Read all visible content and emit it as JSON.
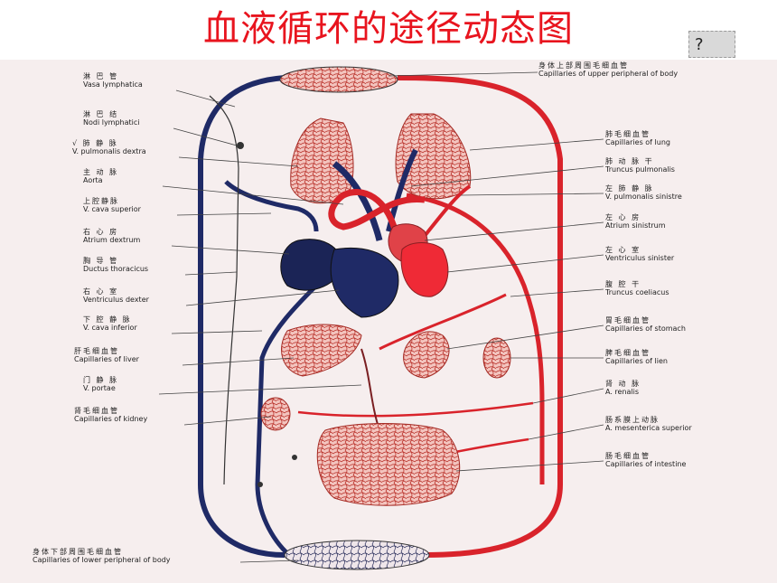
{
  "title": "血液循环的途径动态图",
  "corner_button": "?",
  "colors": {
    "artery": "#d9232b",
    "vein": "#1f2a66",
    "capillary_fill": "#f3c4be",
    "background": "#f6eeee",
    "title": "#e8141e"
  },
  "labels": {
    "left": [
      {
        "cn": "淋 巴 管",
        "la": "Vasa lymphatica"
      },
      {
        "cn": "淋 巴 结",
        "la": "Nodi lymphatici"
      },
      {
        "cn": "√ 肺 静 脉",
        "la": "V. pulmonalis dextra"
      },
      {
        "cn": "主 动 脉",
        "la": "Aorta"
      },
      {
        "cn": "上腔静脉",
        "la": "V. cava superior"
      },
      {
        "cn": "右 心 房",
        "la": "Atrium dextrum"
      },
      {
        "cn": "胸 导 管",
        "la": "Ductus thoracicus"
      },
      {
        "cn": "右 心 室",
        "la": "Ventriculus dexter"
      },
      {
        "cn": "下 腔 静 脉",
        "la": "V. cava inferior"
      },
      {
        "cn": "肝毛细血管",
        "la": "Capillaries of liver"
      },
      {
        "cn": "门 静 脉",
        "la": "V. portae"
      },
      {
        "cn": "肾毛细血管",
        "la": "Capillaries of kidney"
      },
      {
        "cn": "身体下部周围毛细血管",
        "la": "Capillaries of lower peripheral of body"
      }
    ],
    "right": [
      {
        "cn": "身体上部周围毛细血管",
        "la": "Capillaries of upper peripheral of body"
      },
      {
        "cn": "肺毛细血管",
        "la": "Capillaries of lung"
      },
      {
        "cn": "肺 动 脉 干",
        "la": "Truncus pulmonalis"
      },
      {
        "cn": "左 肺 静 脉",
        "la": "V. pulmonalis sinistre"
      },
      {
        "cn": "左 心 房",
        "la": "Atrium sinistrum"
      },
      {
        "cn": "左 心 室",
        "la": "Ventriculus sinister"
      },
      {
        "cn": "腹 腔 干",
        "la": "Truncus coeliacus"
      },
      {
        "cn": "胃毛细血管",
        "la": "Capillaries of stomach"
      },
      {
        "cn": "脾毛细血管",
        "la": "Capillaries of lien"
      },
      {
        "cn": "肾 动 脉",
        "la": "A. renalis"
      },
      {
        "cn": "肠系膜上动脉",
        "la": "A. mesenterica superior"
      },
      {
        "cn": "肠毛细血管",
        "la": "Capillaries of intestine"
      }
    ]
  }
}
